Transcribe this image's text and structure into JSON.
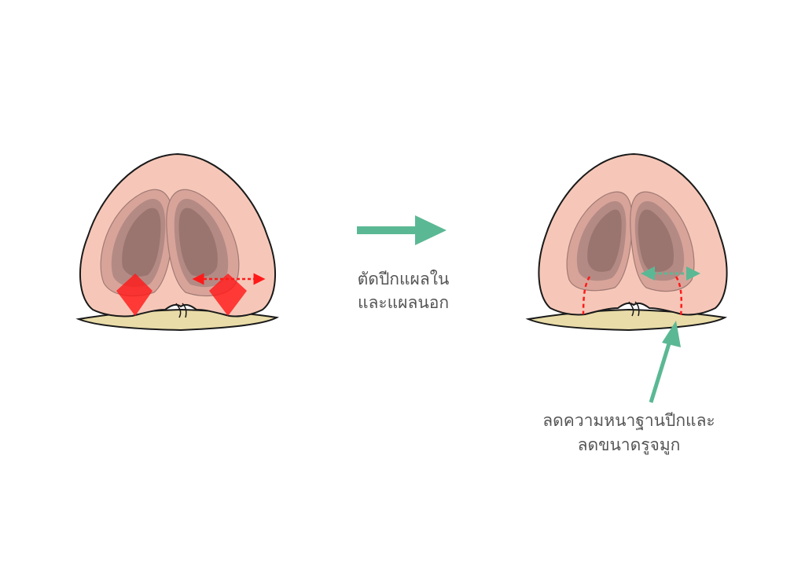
{
  "labels": {
    "procedure_line1": "ตัดปีกแผลใน",
    "procedure_line2": "และแผลนอก",
    "result_line1": "ลดความหนาฐานปีกและ",
    "result_line2": "ลดขนาดรูจมูก"
  },
  "colors": {
    "skin": "#f6c7b8",
    "outline": "#1a1a1a",
    "nostril_rim": "#d8a49a",
    "nostril_inner": "#b48a84",
    "nostril_dark": "#9a7570",
    "lip": "#e9dca8",
    "incision_red": "#ff1a1a",
    "accent_green": "#5bb894"
  },
  "icons": {
    "process_arrow": "right-arrow-icon",
    "callout_arrow": "up-arrow-icon"
  }
}
